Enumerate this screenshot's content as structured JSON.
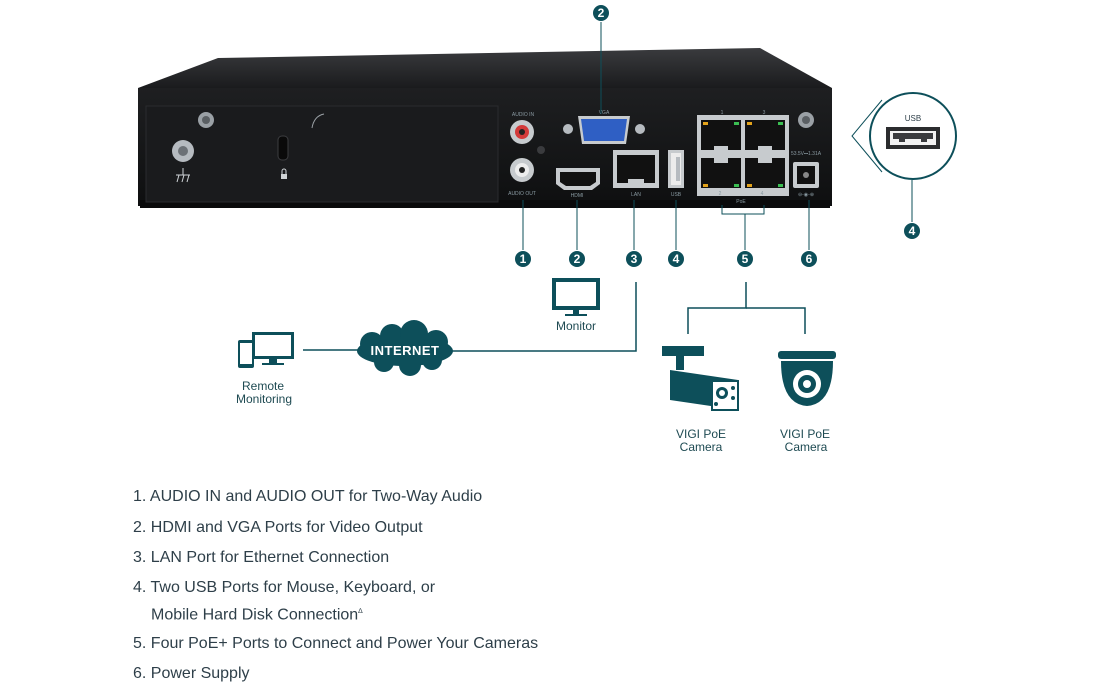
{
  "colors": {
    "teal": "#0d4f5a",
    "device_body": "#1b1c1e",
    "caption": "#1e4a52",
    "feature_text": "#2e3f49"
  },
  "device": {
    "port_labels": {
      "audio_in": "AUDIO IN",
      "audio_out": "AUDIO OUT",
      "vga": "VGA",
      "hdmi": "HDMI",
      "lan": "LAN",
      "usb": "USB",
      "poe": "PoE",
      "poe_numbers": [
        "1",
        "3",
        "2",
        "4"
      ],
      "power_rating": "53.5V⎓1.31A"
    }
  },
  "callouts": {
    "n1": "1",
    "n2_top": "2",
    "n2": "2",
    "n3": "3",
    "n4": "4",
    "n5": "5",
    "n6": "6",
    "n4_zoom": "4"
  },
  "zoom": {
    "usb_label": "USB"
  },
  "network": {
    "monitor_label": "Monitor",
    "internet_label": "INTERNET",
    "remote_line1": "Remote",
    "remote_line2": "Monitoring",
    "camera1_line1": "VIGI PoE",
    "camera1_line2": "Camera",
    "camera2_line1": "VIGI PoE",
    "camera2_line2": "Camera"
  },
  "features": {
    "f1": "1. AUDIO IN and AUDIO OUT for Two-Way Audio",
    "f2": "2. HDMI and VGA Ports for Video Output",
    "f3": "3. LAN Port for Ethernet Connection",
    "f4_line1": "4. Two USB Ports for Mouse, Keyboard, or",
    "f4_line2": "Mobile Hard Disk Connection",
    "f4_mark": "∆",
    "f5": "5. Four PoE+ Ports to Connect and Power Your Cameras",
    "f6": "6. Power Supply"
  },
  "icons": [
    "ground-icon",
    "lock-icon",
    "monitor-icon",
    "internet-cloud-icon",
    "remote-devices-icon",
    "bullet-camera-icon",
    "dome-camera-icon",
    "usb-port-icon"
  ]
}
